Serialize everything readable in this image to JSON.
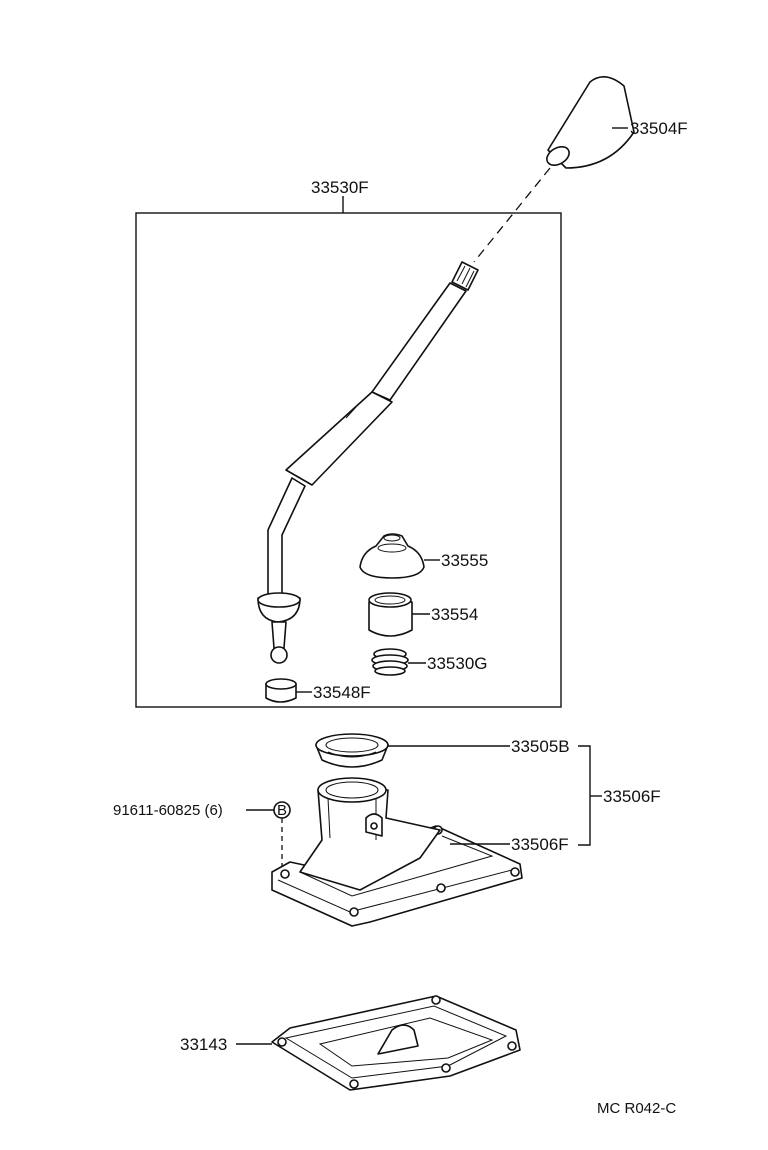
{
  "diagram": {
    "labels": {
      "knob": "33504F",
      "lever_assy": "33530F",
      "boot": "33555",
      "bushing": "33554",
      "spring": "33530G",
      "seat": "33548F",
      "retainer_seal": "33505B",
      "retainer_group": "33506F",
      "retainer": "33506F",
      "bolt": "91611-60825 (6)",
      "bolt_marker": "B",
      "cover": "33143",
      "drawing_code": "MC R042-C"
    }
  }
}
